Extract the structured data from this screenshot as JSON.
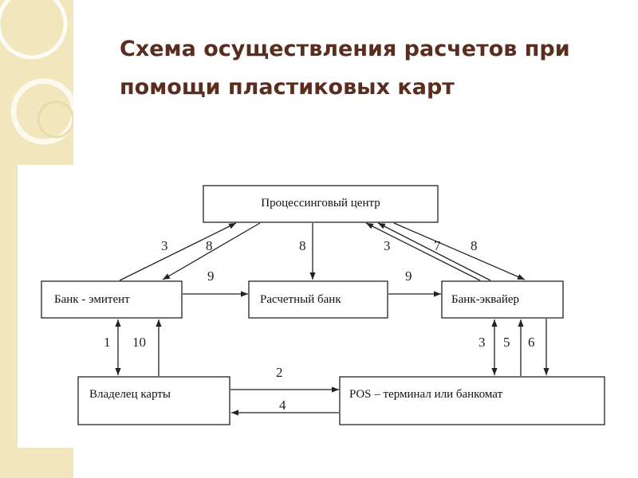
{
  "slide": {
    "title_line1": "Схема осуществления расчетов при",
    "title_line2": "помощи пластиковых карт",
    "colors": {
      "title": "#5a2d1f",
      "side_strip": "#f2e6bd",
      "box_stroke": "#222222",
      "arrow": "#222222"
    }
  },
  "diagram": {
    "nodes": {
      "processing": "Процессинговый центр",
      "issuer": "Банк - эмитент",
      "settlement": "Расчетный банк",
      "acquirer": "Банк-эквайер",
      "holder": "Владелец карты",
      "pos": "POS – терминал или банкомат"
    },
    "edge_labels": {
      "issuer_to_processing": "3",
      "processing_to_issuer": "8",
      "issuer_to_settlement": "9",
      "processing_to_settlement": "8",
      "settlement_to_acquirer": "9",
      "processing_to_acquirer_3": "3",
      "acquirer_to_processing": "7",
      "processing_to_acquirer_8": "8",
      "issuer_holder_1": "1",
      "holder_issuer_10": "10",
      "holder_to_pos": "2",
      "pos_to_holder": "4",
      "acquirer_pos_3": "3",
      "pos_acquirer_5": "5",
      "acquirer_pos_6": "6"
    }
  }
}
